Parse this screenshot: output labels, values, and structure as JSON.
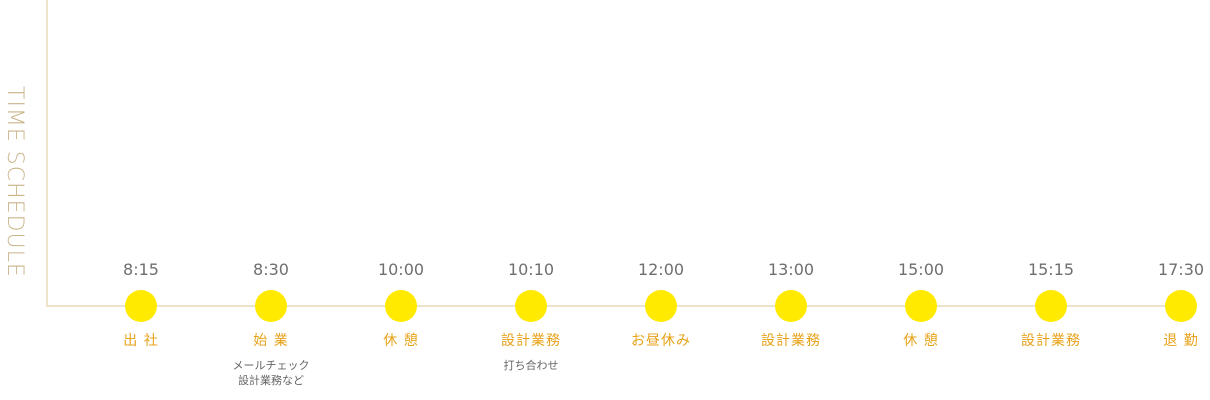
{
  "title": "TIME SCHEDULE",
  "events": [
    {
      "time": "8:15",
      "label": "出 社",
      "sub": ""
    },
    {
      "time": "8:30",
      "label": "始 業",
      "sub": "メールチェック\n設計業務など"
    },
    {
      "time": "10:00",
      "label": "休 憩",
      "sub": ""
    },
    {
      "time": "10:10",
      "label": "設計業務",
      "sub": "打ち合わせ"
    },
    {
      "time": "12:00",
      "label": "お昼休み",
      "sub": ""
    },
    {
      "time": "13:00",
      "label": "設計業務",
      "sub": ""
    },
    {
      "time": "15:00",
      "label": "休 憩",
      "sub": ""
    },
    {
      "time": "15:15",
      "label": "設計業務",
      "sub": ""
    },
    {
      "time": "17:30",
      "label": "退 勤",
      "sub": ""
    }
  ],
  "colors": {
    "accent_dot": "#ffea00",
    "label_text": "#e7a21a",
    "axis_line": "#eee2cb",
    "title_text": "#c9b48a"
  }
}
